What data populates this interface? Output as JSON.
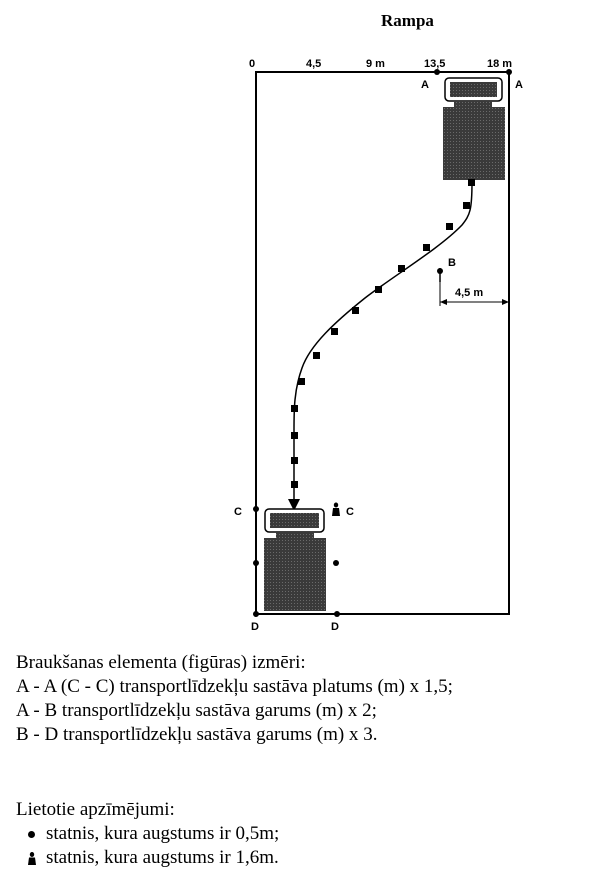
{
  "title": "Rampa",
  "scale_labels": [
    "0",
    "4,5",
    "9 m",
    "13,5",
    "18 m"
  ],
  "points": {
    "a_left": "A",
    "a_right": "A",
    "b": "B",
    "c_left": "C",
    "c_right": "C",
    "d_left": "D",
    "d_right": "D"
  },
  "dimension": "4,5 m",
  "notes": {
    "heading": "Braukšanas elementa (figūras) izmēri:",
    "lines": [
      "A - A (C - C) transportlīdzekļu sastāva platums (m) x 1,5;",
      "A - B transportlīdzekļu sastāva garums (m) x 2;",
      "B - D transportlīdzekļu sastāva garums (m) x 3."
    ]
  },
  "legend": {
    "heading": "Lietotie apzīmējumi:",
    "items": [
      {
        "icon": "short-post-icon",
        "text": "statnis, kura augstums ir 0,5m;"
      },
      {
        "icon": "tall-post-icon",
        "text": "statnis, kura augstums ir 1,6m."
      }
    ]
  }
}
